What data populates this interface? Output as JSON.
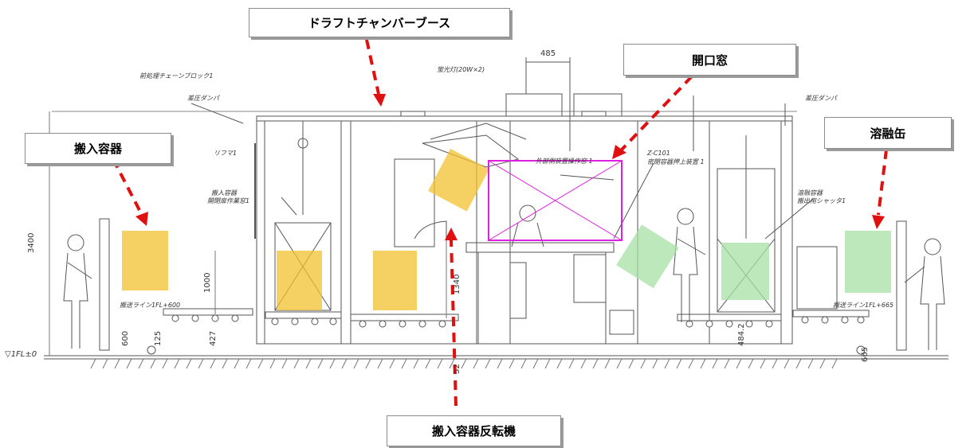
{
  "callouts": {
    "draft_chamber_booth": "ドラフトチャンバーブース",
    "opening_window": "開口窓",
    "incoming_container": "搬入容器",
    "melting_can": "溶融缶",
    "container_inverter": "搬入容器反転機"
  },
  "drawing_labels": {
    "chain_block": "前処理チェーンブロック1",
    "damper_left": "差圧ダンパ",
    "damper_right": "差圧ダンパ",
    "fluorescent_lamp": "蛍光灯(20W×2)",
    "dim_485": "485",
    "glove_box_left": "外部側装置操作窓 1",
    "equip_z_c101": "Z-C101",
    "equip_caption": "密閉容器押上装置 1",
    "lifter": "リフマ1",
    "container_left_note1": "搬入容器",
    "container_left_note2": "開閉扉作業窓1",
    "container_right_note1": "溶融容器",
    "container_right_note2": "搬出用シャッタ1",
    "conveyor_left": "搬送ライン1FL+600",
    "conveyor_right": "搬送ライン1FL+665",
    "dim_3400": "3400",
    "dim_1000": "1000",
    "dim_1340": "1340",
    "dim_600": "600",
    "dim_125": "125",
    "dim_427": "427",
    "dim_52": "52",
    "dim_484": "484.2",
    "dim_665": "665",
    "floor_level": "▽1FL±0"
  },
  "colors": {
    "yellow_highlight": "#f2c230",
    "green_highlight": "#a6e0a6",
    "magenta_frame": "#e020e0",
    "arrow_red": "#e01010",
    "line_drawing": "#555555"
  }
}
